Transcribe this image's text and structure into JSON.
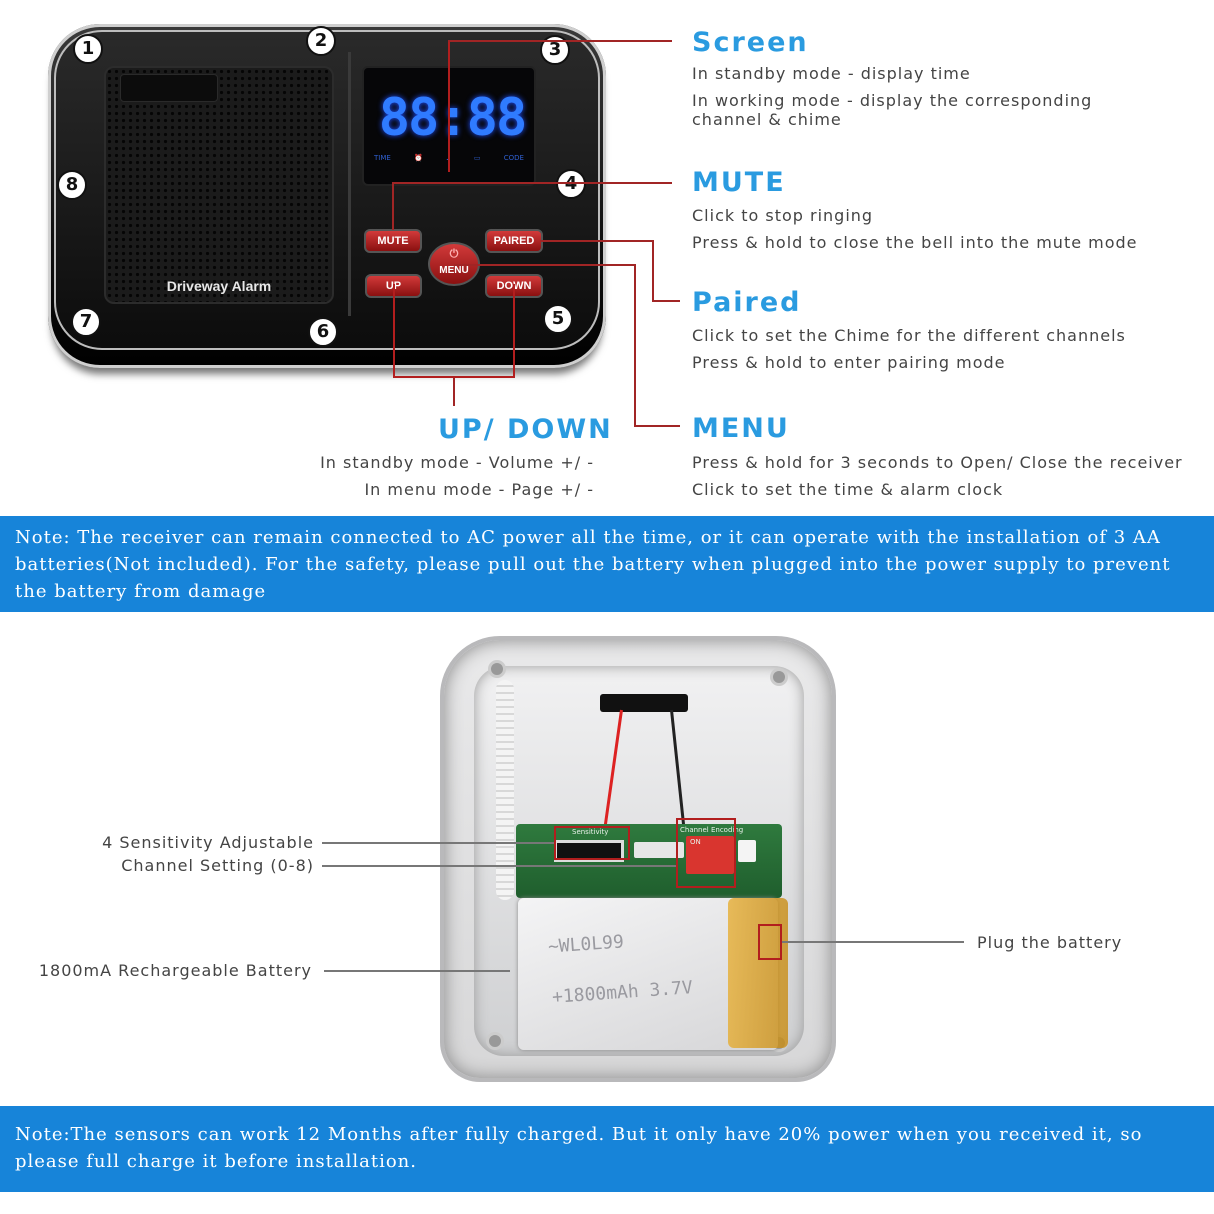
{
  "device": {
    "brand_label": "Driveway Alarm",
    "lcd_digits": "88:88",
    "lcd_indicators": [
      "TIME",
      "⏰",
      "♪",
      "▭",
      "CODE"
    ],
    "buttons": {
      "mute": "MUTE",
      "paired": "PAIRED",
      "menu": "MENU",
      "up": "UP",
      "down": "DOWN"
    },
    "markers": [
      "1",
      "2",
      "3",
      "4",
      "5",
      "6",
      "7",
      "8"
    ]
  },
  "callouts": {
    "screen": {
      "title": "Screen",
      "lines": [
        "In standby mode - display time",
        "In working mode - display the corresponding",
        "channel & chime"
      ]
    },
    "mute": {
      "title": "MUTE",
      "lines": [
        "Click to stop ringing",
        "Press & hold to close the bell into the mute mode"
      ]
    },
    "paired": {
      "title": "Paired",
      "lines": [
        "Click to set the Chime for the different channels",
        "Press & hold to enter pairing mode"
      ]
    },
    "updown": {
      "title": "UP/ DOWN",
      "lines": [
        "In standby mode - Volume +/ -",
        "In menu mode - Page +/ -"
      ]
    },
    "menu": {
      "title": "MENU",
      "lines": [
        "Press & hold for 3 seconds to Open/ Close the receiver",
        "Click to set the time & alarm clock"
      ]
    }
  },
  "note1": {
    "lines": [
      "Note: The receiver can remain connected to AC power all the time, or it can operate with the installation of 3 AA",
      "batteries(Not included). For the safety, please pull out the battery when plugged into the power supply to prevent",
      "the battery from damage"
    ]
  },
  "sensor_labels": {
    "sensitivity": "4 Sensitivity Adjustable",
    "channel": "Channel Setting (0-8)",
    "battery": "1800mA Rechargeable Battery",
    "plug": "Plug the battery"
  },
  "board": {
    "sensitivity_tag": "Sensitivity",
    "channel_tag": "Channel Encoding",
    "dip_on": "ON",
    "battery_print_1": "~WL0L99",
    "battery_print_2": "+1800mAh 3.7V"
  },
  "note2": {
    "lines": [
      "Note:The sensors can work 12 Months after fully charged. But it only have 20% power when you received it, so",
      "please full charge it before installation."
    ]
  },
  "colors": {
    "accent_blue": "#2a9be0",
    "note_bar": "#1784d9",
    "callout_line": "#a12525",
    "button_red": "#c0282a",
    "lcd_blue": "#2f7bff"
  }
}
